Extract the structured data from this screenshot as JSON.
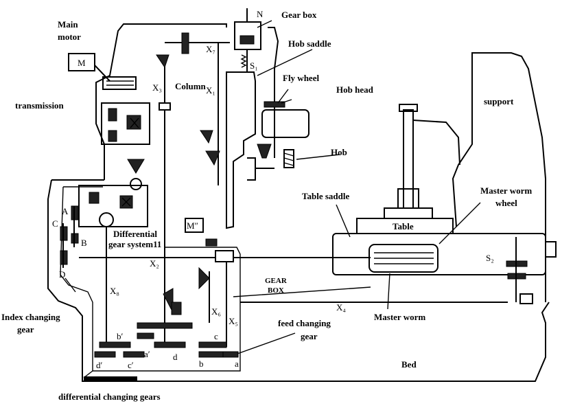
{
  "labels": {
    "gear_box_top": "Gear box",
    "main_motor_1": "Main",
    "main_motor_2": "motor",
    "motor_m": "M",
    "transmission": "transmission",
    "hob_saddle": "Hob saddle",
    "column": "Column",
    "fly_wheel": "Fly wheel",
    "hob_head": "Hob head",
    "support": "support",
    "hob": "Hob",
    "master_worm_wheel_1": "Master worm",
    "master_worm_wheel_2": "wheel",
    "table_saddle": "Table saddle",
    "table": "Table",
    "differential_1": "Differential",
    "differential_2": "gear system11",
    "m_double_prime": "M″",
    "gear_box_mid_1": "GEAR",
    "gear_box_mid_2": "BOX",
    "master_worm": "Master worm",
    "index_changing_1": "Index changing",
    "index_changing_2": "gear",
    "feed_changing_1": "feed  changing",
    "feed_changing_2": "gear",
    "bed": "Bed",
    "differential_changing": "differential changing gears"
  },
  "symbols": {
    "N": "N",
    "S1": "S₁",
    "S2": "S₂",
    "X1": "X₁",
    "X2": "X₂",
    "X3": "X₃",
    "X4": "X₄",
    "X5": "X₅",
    "X6": "X₆",
    "X7": "X₇",
    "X8": "X₈",
    "A": "A",
    "B": "B",
    "C": "C",
    "D": "D",
    "a": "a",
    "b": "b",
    "c": "c",
    "d": "d",
    "a_prime": "a′",
    "b_prime": "b′",
    "c_prime": "c′",
    "d_prime": "d′"
  }
}
